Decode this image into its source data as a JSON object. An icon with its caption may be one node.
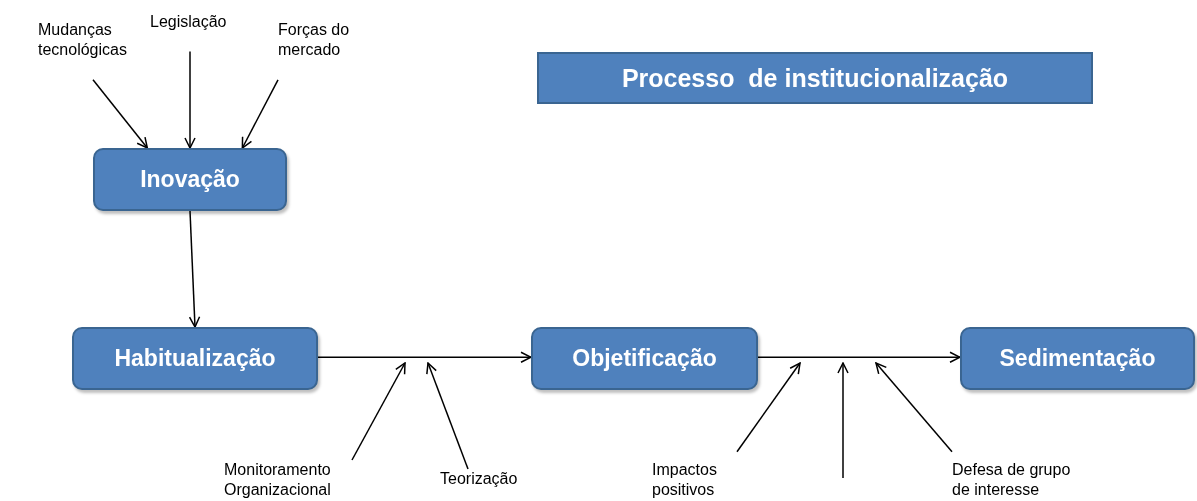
{
  "diagram": {
    "title": "Processo  de institucionalização",
    "nodes": [
      {
        "text": [
          "Mudanças tecnológicas"
        ]
      },
      {
        "text": [
          "Legislação"
        ]
      },
      {
        "text": [
          "Forças do mercado"
        ]
      },
      {
        "text": [
          "Inovação"
        ]
      },
      {
        "text": [
          "Habitualização"
        ]
      },
      {
        "text": [
          "Objetificação"
        ]
      },
      {
        "text": [
          "Sedimentação"
        ]
      },
      {
        "text": [
          "Monitoramento Organizacional"
        ]
      },
      {
        "text": [
          "Teorização"
        ]
      },
      {
        "text": [
          "Impactos positivos"
        ]
      },
      {
        "text": [
          "Defesa de grupo de interesse"
        ]
      }
    ],
    "edges": [
      {
        "from": 0,
        "to": 3,
        "arrow": "to"
      },
      {
        "from": 1,
        "to": 3,
        "arrow": "to"
      },
      {
        "from": 2,
        "to": 3,
        "arrow": "to"
      },
      {
        "from": 3,
        "to": 4,
        "arrow": "to"
      },
      {
        "from": 4,
        "to": 5,
        "arrow": "to"
      },
      {
        "from": 5,
        "to": 6,
        "arrow": "to"
      },
      {
        "from": 7,
        "to": null,
        "arrow": "to"
      },
      {
        "from": 8,
        "to": null,
        "arrow": "to"
      },
      {
        "from": 9,
        "to": null,
        "arrow": "to"
      },
      {
        "from": 10,
        "to": null,
        "arrow": "to"
      }
    ]
  }
}
